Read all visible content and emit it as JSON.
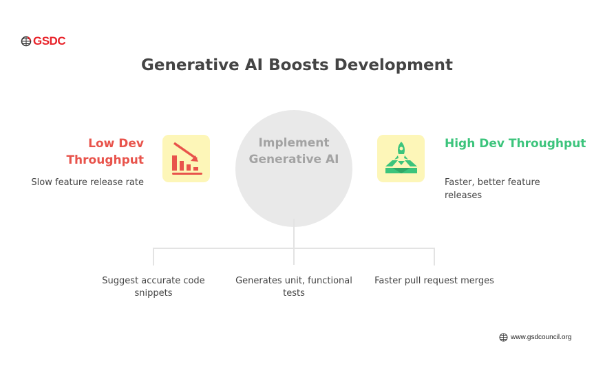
{
  "logo": {
    "text": "GSDC"
  },
  "title": "Generative AI Boosts Development",
  "center": {
    "label": "Implement Generative AI"
  },
  "left": {
    "heading": "Low Dev Throughput",
    "description": "Slow feature release rate",
    "color": "#e8534b",
    "icon": "declining-bar-chart-icon"
  },
  "right": {
    "heading": "High Dev Throughput",
    "description": "Faster, better feature releases",
    "color": "#3cc47c",
    "icon": "rocket-launch-icon"
  },
  "benefits": [
    "Suggest accurate code snippets",
    "Generates unit, functional tests",
    "Faster pull request merges"
  ],
  "footer": {
    "url": "www.gsdcouncil.org"
  }
}
